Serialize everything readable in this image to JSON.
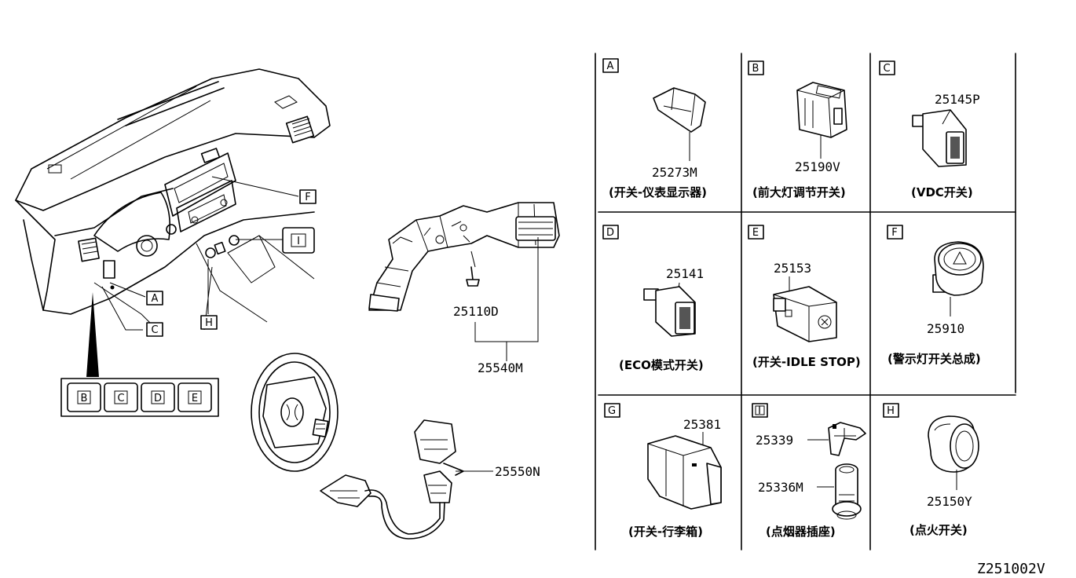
{
  "diagram": {
    "overview": {
      "callouts": [
        "A",
        "C",
        "F",
        "I",
        "H"
      ],
      "switch_panel": [
        "B",
        "C",
        "D",
        "E"
      ],
      "parts": {
        "p25110d": "25110D",
        "p25540m": "25540M",
        "p25550n": "25550N"
      }
    },
    "grid": {
      "cells": [
        {
          "letter": "A",
          "parts": [
            "25273M"
          ],
          "caption": "(开关-仪表显示器)"
        },
        {
          "letter": "B",
          "parts": [
            "25190V"
          ],
          "caption": "(前大灯调节开关)"
        },
        {
          "letter": "C",
          "parts": [
            "25145P"
          ],
          "caption": "(VDC开关)"
        },
        {
          "letter": "D",
          "parts": [
            "25141"
          ],
          "caption": "(ECO模式开关)"
        },
        {
          "letter": "E",
          "parts": [
            "25153"
          ],
          "caption": "(开关-IDLE STOP)"
        },
        {
          "letter": "F",
          "parts": [
            "25910"
          ],
          "caption": "(警示灯开关总成)"
        },
        {
          "letter": "G",
          "parts": [
            "25381"
          ],
          "caption": "(开关-行李箱)"
        },
        {
          "letter": "I",
          "parts": [
            "25339",
            "25336M"
          ],
          "caption": "(点烟器插座)"
        },
        {
          "letter": "H",
          "parts": [
            "25150Y"
          ],
          "caption": "(点火开关)"
        }
      ]
    },
    "diagram_code": "Z251002V"
  }
}
